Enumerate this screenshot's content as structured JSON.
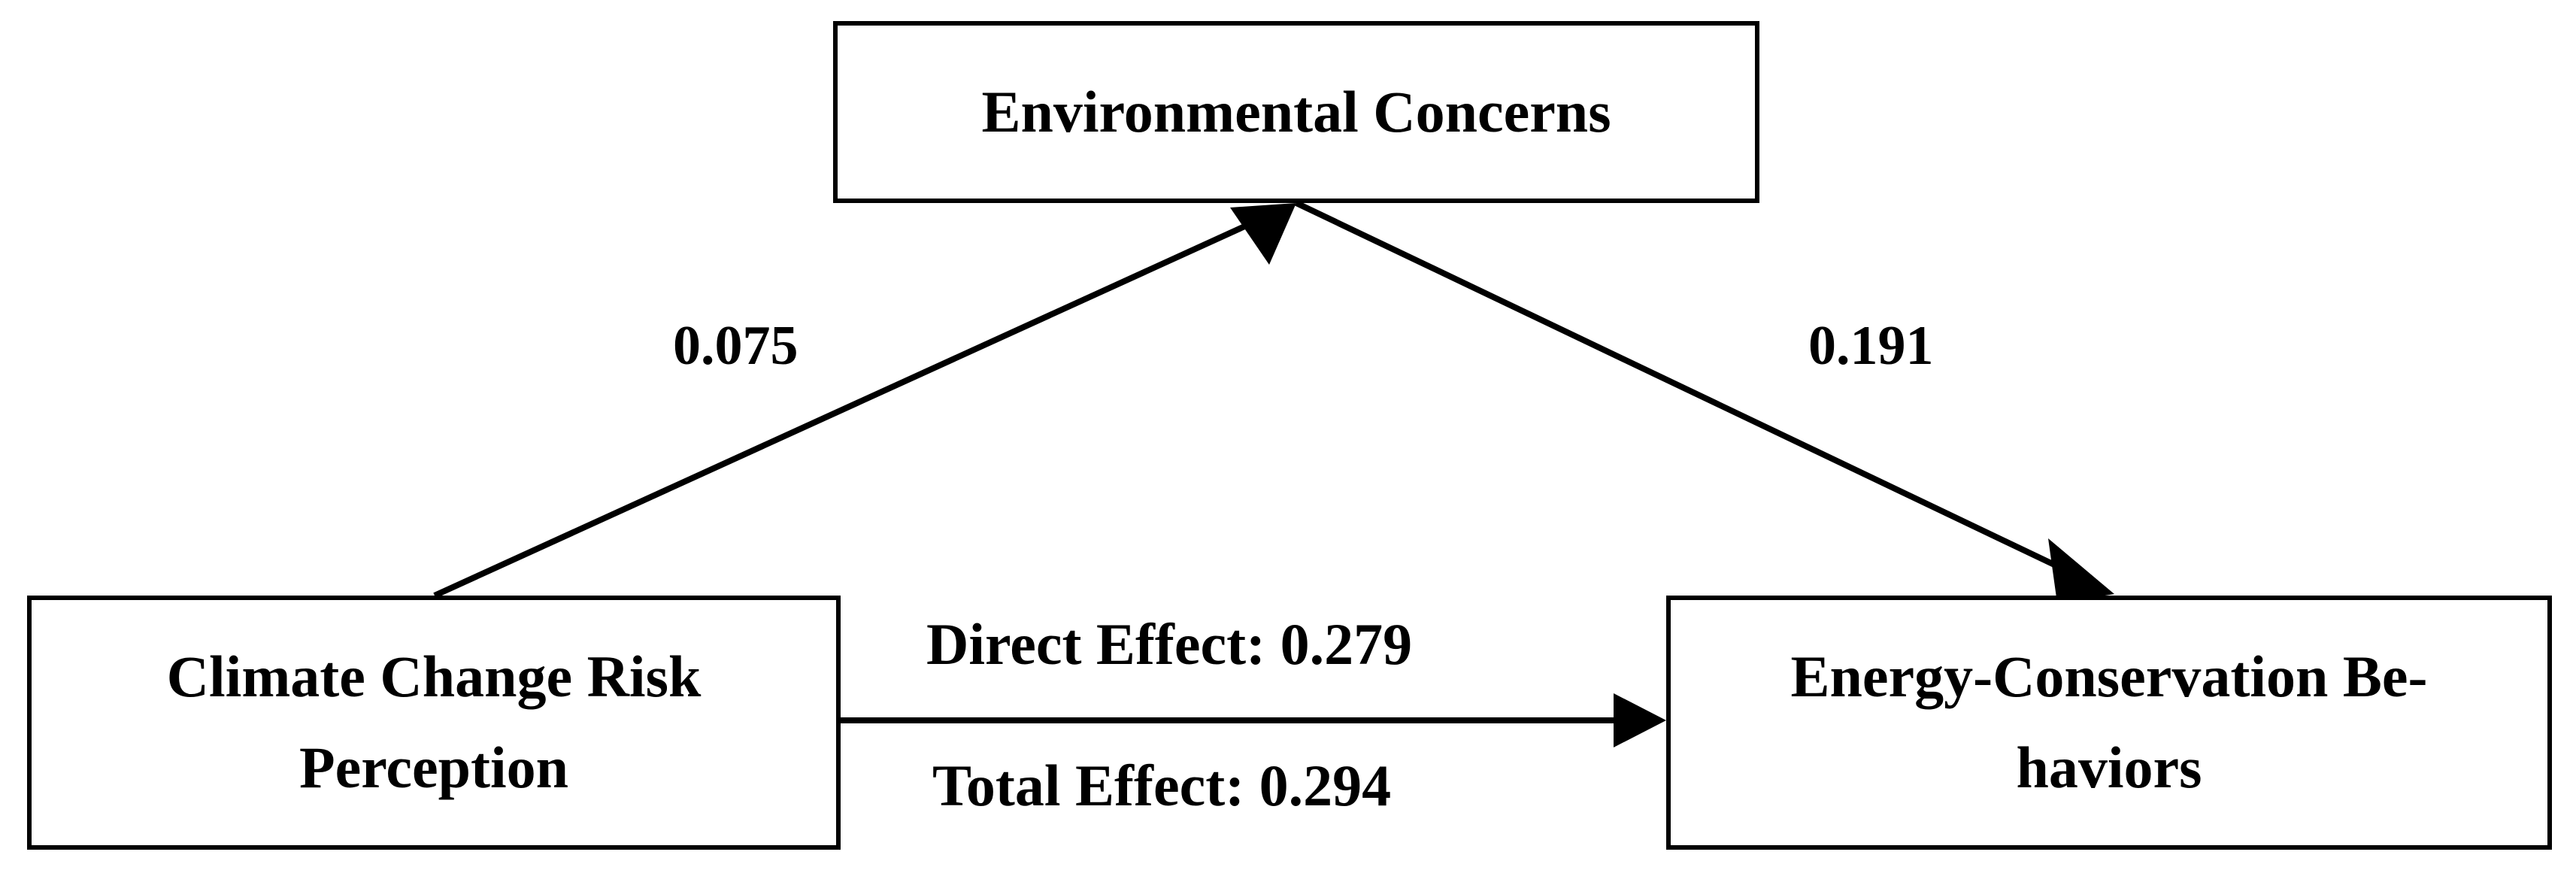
{
  "diagram": {
    "type": "mediation-path-diagram",
    "nodes": [
      {
        "id": "environmental-concerns",
        "label": "Environmental Concerns"
      },
      {
        "id": "climate-change-risk-perception",
        "label_line1": "Climate Change Risk",
        "label_line2": "Perception"
      },
      {
        "id": "energy-conservation-behaviors",
        "label_line1": "Energy-Conservation Be-",
        "label_line2": "haviors"
      }
    ],
    "edges": [
      {
        "id": "ccrp-to-ec",
        "label": "0.075"
      },
      {
        "id": "ec-to-ecb",
        "label": "0.191"
      },
      {
        "id": "ccrp-to-ecb-direct",
        "label": "Direct Effect: 0.279"
      },
      {
        "id": "ccrp-to-ecb-total",
        "label": "Total Effect: 0.294"
      }
    ],
    "colors": {
      "stroke": "#000000",
      "background": "#ffffff",
      "text": "#000000"
    }
  }
}
